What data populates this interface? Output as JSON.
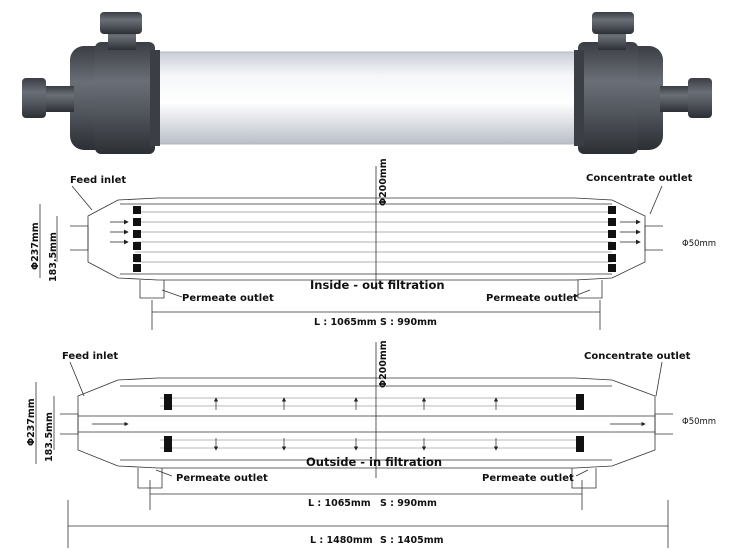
{
  "product_photo": {
    "body_color": "#dfe3e8",
    "cap_color": "#4a4e55"
  },
  "diagram_top": {
    "feed_label": "Feed inlet",
    "concentrate_label": "Concentrate outlet",
    "title": "Inside - out filtration",
    "permeate_left": "Permeate outlet",
    "permeate_right": "Permeate outlet",
    "dia_main": "Φ200mm",
    "dia_outer": "Φ237mm",
    "dia_inner": "183.5mm",
    "dia_port": "Φ50mm",
    "length_l": "L : 1065mm",
    "length_s": "S : 990mm"
  },
  "diagram_bottom": {
    "feed_label": "Feed inlet",
    "concentrate_label": "Concentrate outlet",
    "title": "Outside - in filtration",
    "permeate_left": "Permeate outlet",
    "permeate_right": "Permeate outlet",
    "dia_main": "Φ200mm",
    "dia_outer": "Φ237mm",
    "dia_inner": "183.5mm",
    "dia_port": "Φ50mm",
    "length_l": "L : 1065mm",
    "length_s": "S : 990mm",
    "total_l": "L : 1480mm",
    "total_s": "S : 1405mm"
  }
}
